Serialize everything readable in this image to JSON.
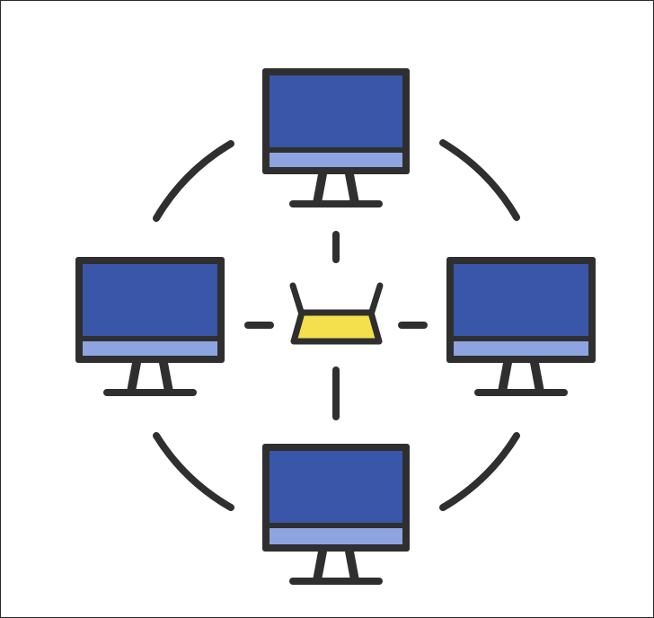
{
  "diagram": {
    "type": "network-topology",
    "colors": {
      "background": "#ffffff",
      "outline": "#2f2f2f",
      "screen": "#3a56a8",
      "screen_strip": "#8ea4e0",
      "router_body": "#f4e04d"
    },
    "nodes": [
      {
        "id": "computer-top",
        "kind": "computer-monitor-icon"
      },
      {
        "id": "computer-left",
        "kind": "computer-monitor-icon"
      },
      {
        "id": "computer-right",
        "kind": "computer-monitor-icon"
      },
      {
        "id": "computer-bottom",
        "kind": "computer-monitor-icon"
      },
      {
        "id": "router",
        "kind": "router-icon"
      }
    ],
    "links": [
      {
        "from": "router",
        "to": "computer-top",
        "style": "dashed"
      },
      {
        "from": "router",
        "to": "computer-left",
        "style": "dashed"
      },
      {
        "from": "router",
        "to": "computer-right",
        "style": "dashed"
      },
      {
        "from": "router",
        "to": "computer-bottom",
        "style": "dashed"
      }
    ],
    "ring": {
      "style": "dashed",
      "segments": 4
    }
  }
}
